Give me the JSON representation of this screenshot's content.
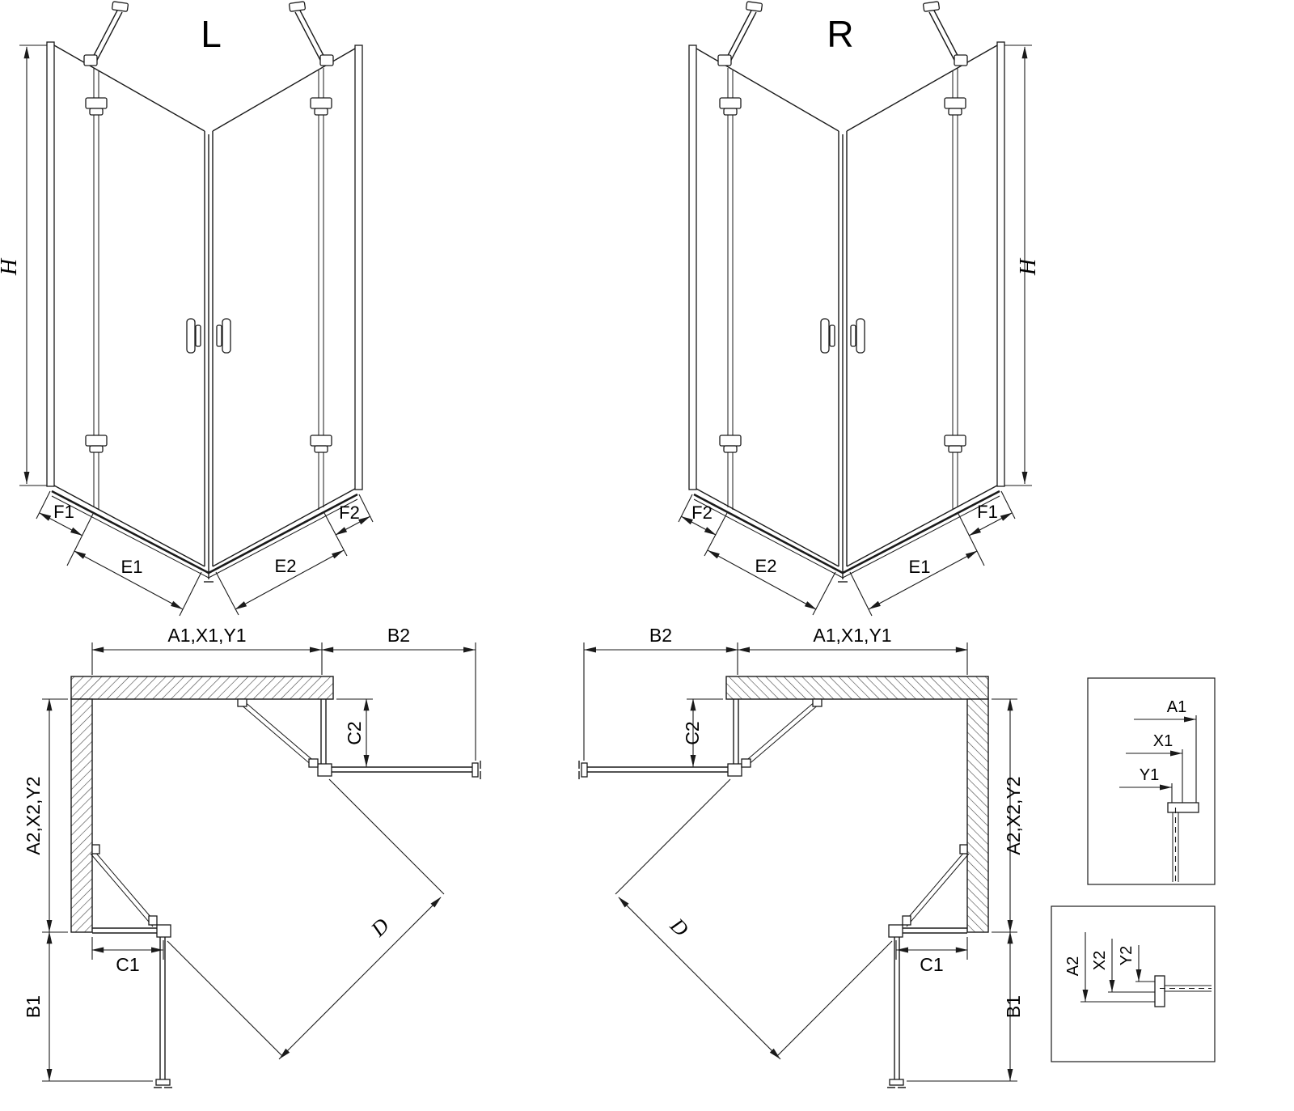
{
  "diagram": {
    "perspective_left": {
      "variant": "L",
      "height": "H",
      "f1": "F1",
      "e1": "E1",
      "e2": "E2",
      "f2": "F2"
    },
    "perspective_right": {
      "variant": "R",
      "height": "H",
      "f1": "F1",
      "e1": "E1",
      "e2": "E2",
      "f2": "F2"
    },
    "plan_left": {
      "width_top": "A1,X1,Y1",
      "door_side": "B2",
      "inset_side": "C2",
      "depth_side": "A2,X2,Y2",
      "door_bottom": "B1",
      "inset_bottom": "C1",
      "diagonal": "D"
    },
    "plan_right": {
      "width_top": "A1,X1,Y1",
      "door_side": "B2",
      "inset_side": "C2",
      "depth_side": "A2,X2,Y2",
      "door_bottom": "B1",
      "inset_bottom": "C1",
      "diagonal": "D"
    },
    "detail_width": {
      "a": "A1",
      "x": "X1",
      "y": "Y1"
    },
    "detail_depth": {
      "a": "A2",
      "x": "X2",
      "y": "Y2"
    }
  }
}
